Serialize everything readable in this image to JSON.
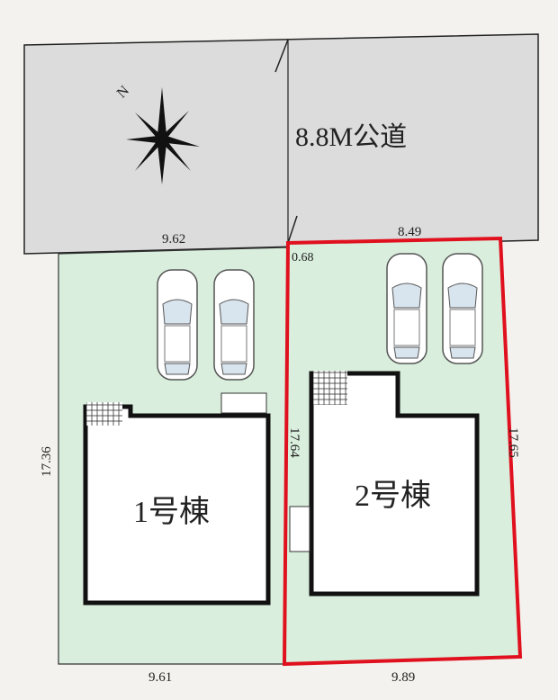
{
  "road": {
    "label": "8.8M公道"
  },
  "compass": {
    "label": "N"
  },
  "dimensions": {
    "road_left_frontage": "9.62",
    "road_right_frontage": "8.49",
    "corner_cut": "0.68",
    "left_side": "17.36",
    "middle_side": "17.64",
    "right_side": "17.65",
    "bottom_left": "9.61",
    "bottom_right": "9.89"
  },
  "buildings": [
    {
      "label": "1号棟"
    },
    {
      "label": "2号棟"
    }
  ],
  "colors": {
    "road": "#dcdcdc",
    "lot": "#d9eedc",
    "highlight": "#e0101e",
    "background": "#f3f2ee"
  }
}
